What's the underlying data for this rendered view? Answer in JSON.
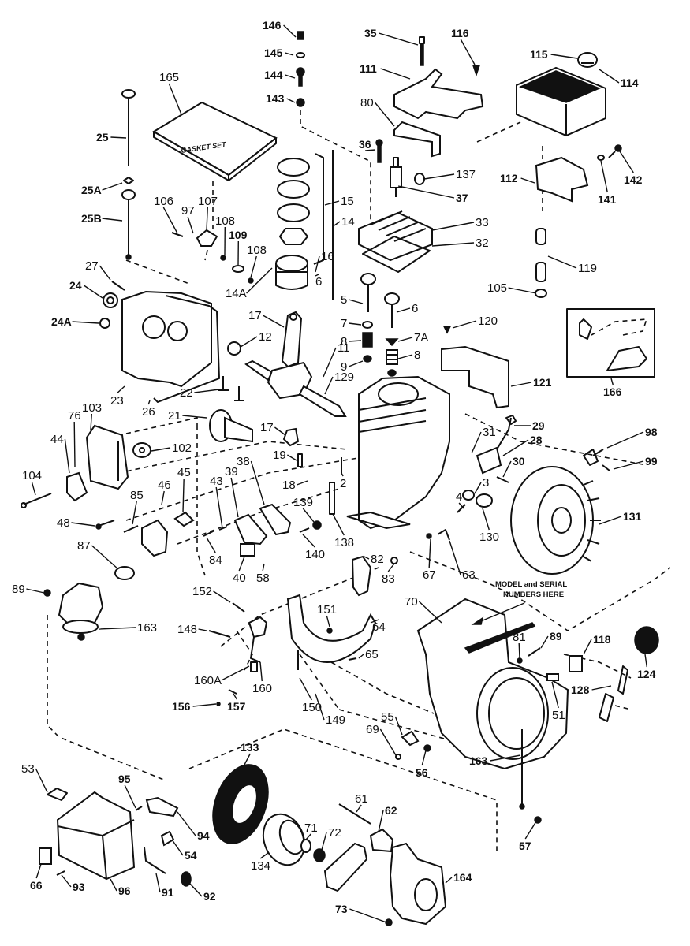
{
  "diagram": {
    "title": "Engine exploded parts diagram",
    "gasket_set_text": "GASKET SET",
    "model_serial_note": [
      "MODEL and SERIAL",
      "NUMBERS HERE"
    ],
    "callouts": [
      {
        "id": "146",
        "label": "146"
      },
      {
        "id": "145",
        "label": "145"
      },
      {
        "id": "144",
        "label": "144"
      },
      {
        "id": "143",
        "label": "143"
      },
      {
        "id": "35",
        "label": "35"
      },
      {
        "id": "116",
        "label": "116"
      },
      {
        "id": "115",
        "label": "115"
      },
      {
        "id": "114",
        "label": "114"
      },
      {
        "id": "111",
        "label": "111"
      },
      {
        "id": "165",
        "label": "165"
      },
      {
        "id": "80",
        "label": "80"
      },
      {
        "id": "36",
        "label": "36"
      },
      {
        "id": "137",
        "label": "137"
      },
      {
        "id": "37",
        "label": "37"
      },
      {
        "id": "112",
        "label": "112"
      },
      {
        "id": "141",
        "label": "141"
      },
      {
        "id": "142",
        "label": "142"
      },
      {
        "id": "25",
        "label": "25"
      },
      {
        "id": "25A",
        "label": "25A"
      },
      {
        "id": "25B",
        "label": "25B"
      },
      {
        "id": "15",
        "label": "15"
      },
      {
        "id": "14",
        "label": "14"
      },
      {
        "id": "33",
        "label": "33"
      },
      {
        "id": "32",
        "label": "32"
      },
      {
        "id": "106",
        "label": "106"
      },
      {
        "id": "97",
        "label": "97"
      },
      {
        "id": "107",
        "label": "107"
      },
      {
        "id": "108a",
        "label": "108"
      },
      {
        "id": "109",
        "label": "109"
      },
      {
        "id": "108b",
        "label": "108"
      },
      {
        "id": "16",
        "label": "16"
      },
      {
        "id": "14A",
        "label": "14A"
      },
      {
        "id": "6a",
        "label": "6"
      },
      {
        "id": "119",
        "label": "119"
      },
      {
        "id": "105",
        "label": "105"
      },
      {
        "id": "27",
        "label": "27"
      },
      {
        "id": "24",
        "label": "24"
      },
      {
        "id": "24A",
        "label": "24A"
      },
      {
        "id": "5",
        "label": "5"
      },
      {
        "id": "6b",
        "label": "6"
      },
      {
        "id": "7",
        "label": "7"
      },
      {
        "id": "7A",
        "label": "7A"
      },
      {
        "id": "8a",
        "label": "8"
      },
      {
        "id": "8b",
        "label": "8"
      },
      {
        "id": "9",
        "label": "9"
      },
      {
        "id": "120",
        "label": "120"
      },
      {
        "id": "17a",
        "label": "17"
      },
      {
        "id": "12",
        "label": "12"
      },
      {
        "id": "11",
        "label": "11"
      },
      {
        "id": "121",
        "label": "121"
      },
      {
        "id": "166",
        "label": "166"
      },
      {
        "id": "129",
        "label": "129"
      },
      {
        "id": "22",
        "label": "22"
      },
      {
        "id": "23",
        "label": "23"
      },
      {
        "id": "26",
        "label": "26"
      },
      {
        "id": "21",
        "label": "21"
      },
      {
        "id": "76",
        "label": "76"
      },
      {
        "id": "103",
        "label": "103"
      },
      {
        "id": "29",
        "label": "29"
      },
      {
        "id": "31",
        "label": "31"
      },
      {
        "id": "28",
        "label": "28"
      },
      {
        "id": "98",
        "label": "98"
      },
      {
        "id": "99",
        "label": "99"
      },
      {
        "id": "30",
        "label": "30"
      },
      {
        "id": "44",
        "label": "44"
      },
      {
        "id": "102",
        "label": "102"
      },
      {
        "id": "17b",
        "label": "17"
      },
      {
        "id": "19",
        "label": "19"
      },
      {
        "id": "38",
        "label": "38"
      },
      {
        "id": "39",
        "label": "39"
      },
      {
        "id": "18",
        "label": "18"
      },
      {
        "id": "2",
        "label": "2"
      },
      {
        "id": "3",
        "label": "3"
      },
      {
        "id": "104",
        "label": "104"
      },
      {
        "id": "46",
        "label": "46"
      },
      {
        "id": "45",
        "label": "45"
      },
      {
        "id": "43",
        "label": "43"
      },
      {
        "id": "131",
        "label": "131"
      },
      {
        "id": "85",
        "label": "85"
      },
      {
        "id": "139",
        "label": "139"
      },
      {
        "id": "4",
        "label": "4"
      },
      {
        "id": "130",
        "label": "130"
      },
      {
        "id": "48",
        "label": "48"
      },
      {
        "id": "84",
        "label": "84"
      },
      {
        "id": "138",
        "label": "138"
      },
      {
        "id": "140",
        "label": "140"
      },
      {
        "id": "87",
        "label": "87"
      },
      {
        "id": "40",
        "label": "40"
      },
      {
        "id": "58",
        "label": "58"
      },
      {
        "id": "82",
        "label": "82"
      },
      {
        "id": "83",
        "label": "83"
      },
      {
        "id": "67",
        "label": "67"
      },
      {
        "id": "63",
        "label": "63"
      },
      {
        "id": "89a",
        "label": "89"
      },
      {
        "id": "70",
        "label": "70"
      },
      {
        "id": "152",
        "label": "152"
      },
      {
        "id": "151",
        "label": "151"
      },
      {
        "id": "64a",
        "label": "64"
      },
      {
        "id": "163a",
        "label": "163"
      },
      {
        "id": "148",
        "label": "148"
      },
      {
        "id": "81",
        "label": "81"
      },
      {
        "id": "89b",
        "label": "89"
      },
      {
        "id": "118",
        "label": "118"
      },
      {
        "id": "65",
        "label": "65"
      },
      {
        "id": "124",
        "label": "124"
      },
      {
        "id": "160A",
        "label": "160A"
      },
      {
        "id": "160",
        "label": "160"
      },
      {
        "id": "128",
        "label": "128"
      },
      {
        "id": "156",
        "label": "156"
      },
      {
        "id": "157",
        "label": "157"
      },
      {
        "id": "150",
        "label": "150"
      },
      {
        "id": "149",
        "label": "149"
      },
      {
        "id": "51",
        "label": "51"
      },
      {
        "id": "55",
        "label": "55"
      },
      {
        "id": "69",
        "label": "69"
      },
      {
        "id": "56",
        "label": "56"
      },
      {
        "id": "163b",
        "label": "163"
      },
      {
        "id": "53",
        "label": "53"
      },
      {
        "id": "133",
        "label": "133"
      },
      {
        "id": "95",
        "label": "95"
      },
      {
        "id": "61",
        "label": "61"
      },
      {
        "id": "62",
        "label": "62"
      },
      {
        "id": "94",
        "label": "94"
      },
      {
        "id": "71",
        "label": "71"
      },
      {
        "id": "72",
        "label": "72"
      },
      {
        "id": "54",
        "label": "54"
      },
      {
        "id": "57",
        "label": "57"
      },
      {
        "id": "134",
        "label": "134"
      },
      {
        "id": "164",
        "label": "164"
      },
      {
        "id": "66",
        "label": "66"
      },
      {
        "id": "93",
        "label": "93"
      },
      {
        "id": "96",
        "label": "96"
      },
      {
        "id": "91",
        "label": "91"
      },
      {
        "id": "92",
        "label": "92"
      },
      {
        "id": "73",
        "label": "73"
      }
    ]
  }
}
